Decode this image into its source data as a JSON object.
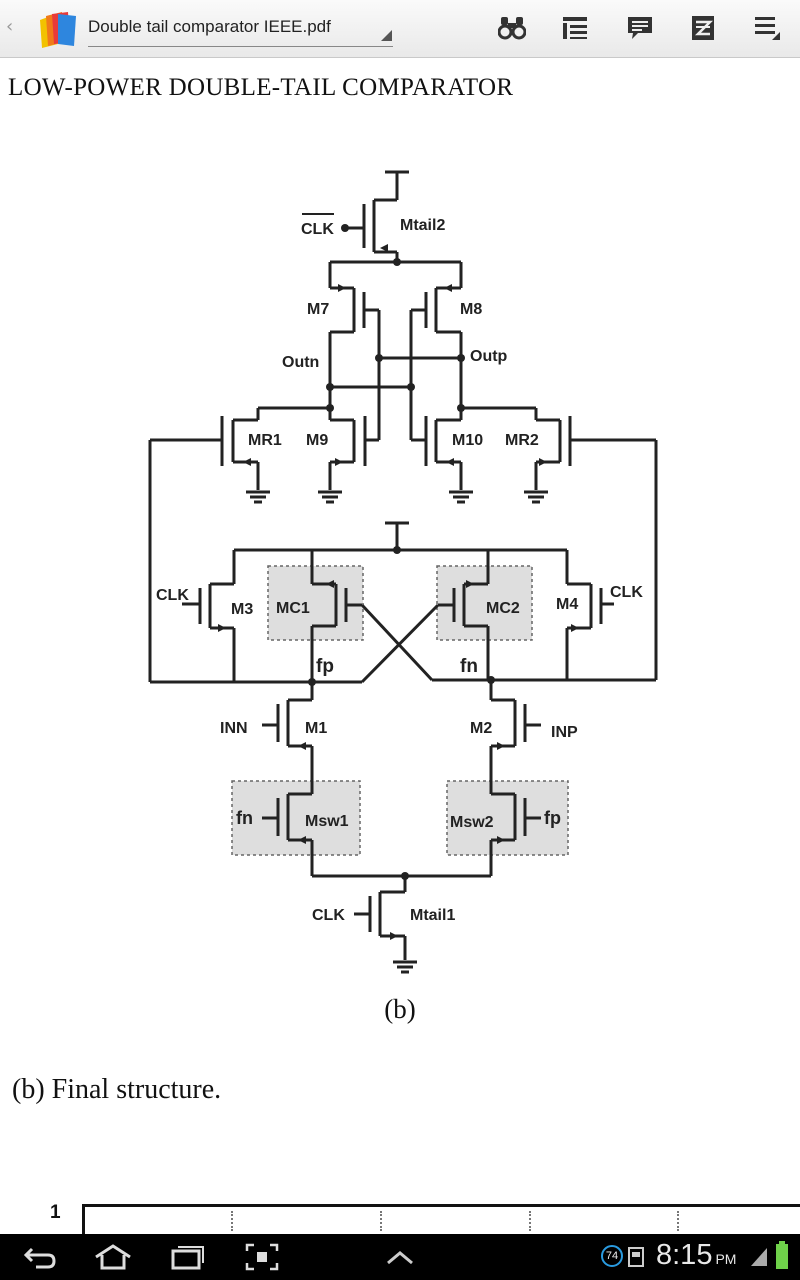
{
  "app": {
    "document_title": "Double tail comparator IEEE.pdf",
    "toolbar_icons": [
      "binoculars-icon",
      "outline-icon",
      "comment-icon",
      "reflow-icon",
      "menu-icon"
    ]
  },
  "page": {
    "heading": "LOW-POWER DOUBLE-TAIL COMPARATOR",
    "figure_label": "(b)",
    "caption": "(b) Final structure.",
    "next_table_row_label": "1"
  },
  "circuit": {
    "labels": {
      "clk_bar": "CLK",
      "mtail2": "Mtail2",
      "m7": "M7",
      "m8": "M8",
      "outn": "Outn",
      "outp": "Outp",
      "mr1": "MR1",
      "m9": "M9",
      "m10": "M10",
      "mr2": "MR2",
      "clk_left": "CLK",
      "m3": "M3",
      "mc1": "MC1",
      "mc2": "MC2",
      "m4": "M4",
      "clk_right": "CLK",
      "fp": "fp",
      "fn": "fn",
      "inn": "INN",
      "m1": "M1",
      "m2": "M2",
      "inp": "INP",
      "fn_gate": "fn",
      "msw1": "Msw1",
      "msw2": "Msw2",
      "fp_gate": "fp",
      "clk_bottom": "CLK",
      "mtail1": "Mtail1"
    }
  },
  "status_bar": {
    "notification_count": "74",
    "time": "8:15",
    "ampm": "PM"
  }
}
